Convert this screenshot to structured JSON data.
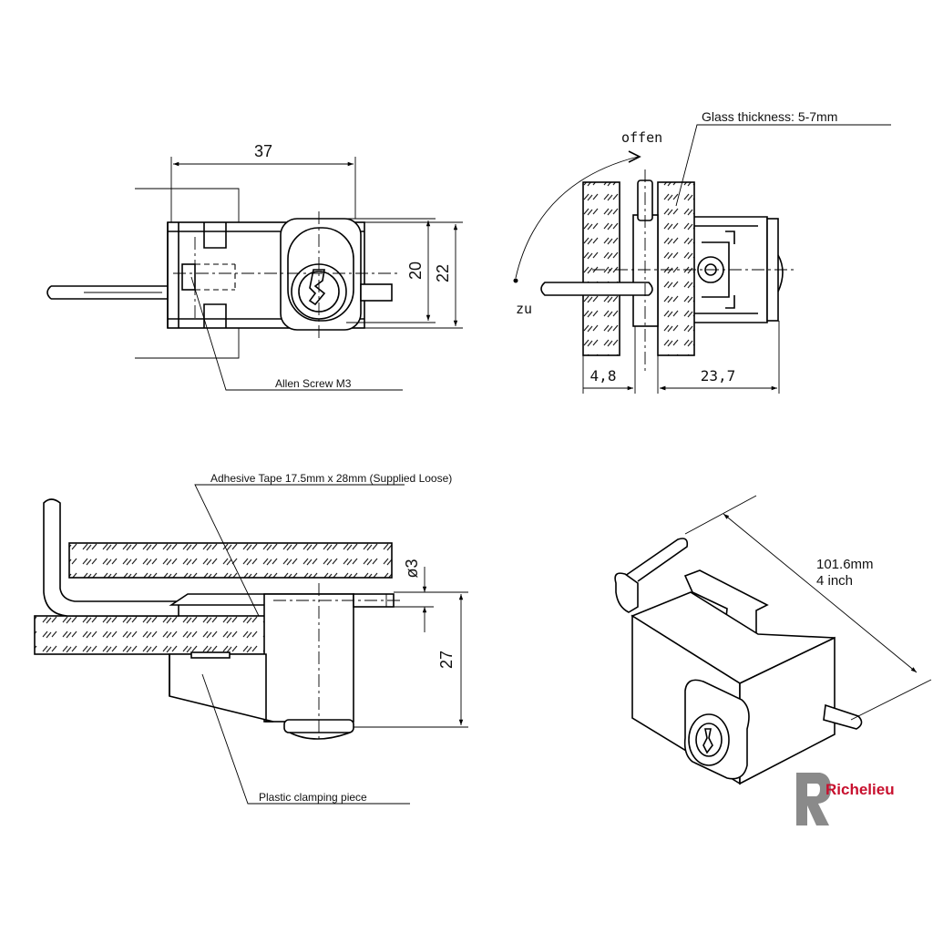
{
  "labels": {
    "width_37": "37",
    "height_20": "20",
    "height_22": "22",
    "allen_screw": "Allen Screw M3",
    "offen": "offen",
    "zu": "zu",
    "glass_thickness": "Glass thickness: 5-7mm",
    "dim_4_8": "4,8",
    "dim_23_7": "23,7",
    "adhesive_tape": "Adhesive Tape 17.5mm x 28mm (Supplied Loose)",
    "dia_3": "ø3",
    "height_27": "27",
    "plastic_clamping": "Plastic clamping piece",
    "length_mm": "101.6mm",
    "length_inch": "4 inch"
  },
  "brand": {
    "name": "Richelieu",
    "color": "#c8102e",
    "mark_color": "#8a8a8a"
  }
}
